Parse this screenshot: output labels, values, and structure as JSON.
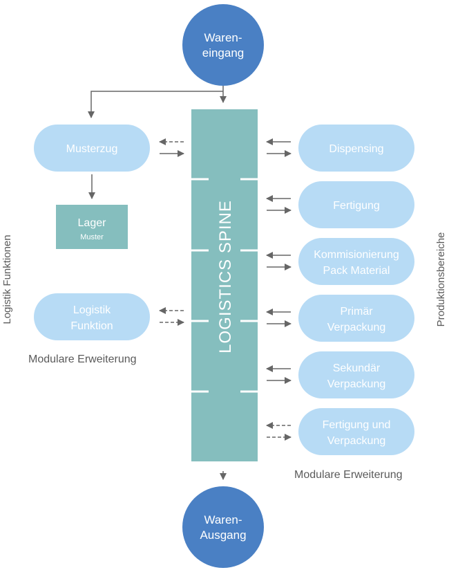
{
  "colors": {
    "circle": "#4A80C4",
    "pill": "#B7DBF5",
    "spine": "#85BEBE",
    "lager": "#85BEBE",
    "arrow": "#666666",
    "text_dark": "#5a5a5a"
  },
  "input_node": {
    "line1": "Waren-",
    "line2": "eingang"
  },
  "output_node": {
    "line1": "Waren-",
    "line2": "Ausgang"
  },
  "spine_label": "LOGISTICS SPINE",
  "left_nodes": {
    "musterzug": {
      "line1": "Musterzug"
    },
    "logistik_funktion": {
      "line1": "Logistik",
      "line2": "Funktion"
    }
  },
  "lager": {
    "title": "Lager",
    "subtitle": "Muster"
  },
  "right_nodes": [
    {
      "line1": "Dispensing",
      "line2": ""
    },
    {
      "line1": "Fertigung",
      "line2": ""
    },
    {
      "line1": "Kommisionierung",
      "line2": "Pack Material"
    },
    {
      "line1": "Primär",
      "line2": "Verpackung"
    },
    {
      "line1": "Sekundär",
      "line2": "Verpackung"
    },
    {
      "line1": "Fertigung und",
      "line2": "Verpackung"
    }
  ],
  "captions": {
    "left_modular": "Modulare Erweiterung",
    "right_modular": "Modulare Erweiterung"
  },
  "side_labels": {
    "left": "Logistik Funktionen",
    "right": "Produktionsbereiche"
  }
}
